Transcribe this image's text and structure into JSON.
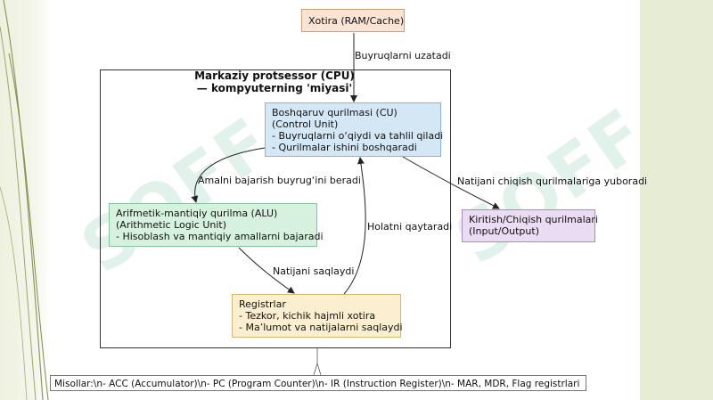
{
  "diagram": {
    "memory_box": {
      "label": "Xotira (RAM/Cache)"
    },
    "cpu": {
      "title_line1": "Markaziy protsessor (CPU)",
      "title_line2": "— kompyuterning 'miyasi'"
    },
    "control_unit": {
      "line1": "Boshqaruv qurilmasi (CU)",
      "line2": "(Control Unit)",
      "line3": "- Buyruqlarni o‘qiydi va tahlil qiladi",
      "line4": "- Qurilmalar ishini boshqaradi"
    },
    "alu": {
      "line1": "Arifmetik-mantiqiy qurilma (ALU)",
      "line2": "(Arithmetic Logic Unit)",
      "line3": "- Hisoblash va mantiqiy amallarni bajaradi"
    },
    "registers": {
      "line1": "Registrlar",
      "line2": "- Tezkor, kichik hajmli xotira",
      "line3": "- Ma’lumot va natijalarni saqlaydi"
    },
    "io_box": {
      "line1": "Kiritish/Chiqish qurilmalari",
      "line2": "(Input/Output)"
    },
    "edge_labels": {
      "memory_to_cu": "Buyruqlarni uzatadi",
      "cu_to_alu": "Amalni bajarish buyrug‘ini beradi",
      "cu_to_io": "Natijani chiqish qurilmalariga yuboradi",
      "reg_to_cu": "Holatni qaytaradi",
      "alu_to_reg": "Natijani saqlaydi"
    },
    "note": "Misollar:\\n- ACC (Accumulator)\\n- PC (Program Counter)\\n- IR (Instruction Register)\\n- MAR, MDR, Flag registrlari"
  },
  "watermark": "SOFF",
  "colors": {
    "memory": "#fbe4d4",
    "control_unit": "#d3e7f5",
    "alu": "#d6f2de",
    "registers": "#fbefcf",
    "io": "#eadcf2"
  }
}
